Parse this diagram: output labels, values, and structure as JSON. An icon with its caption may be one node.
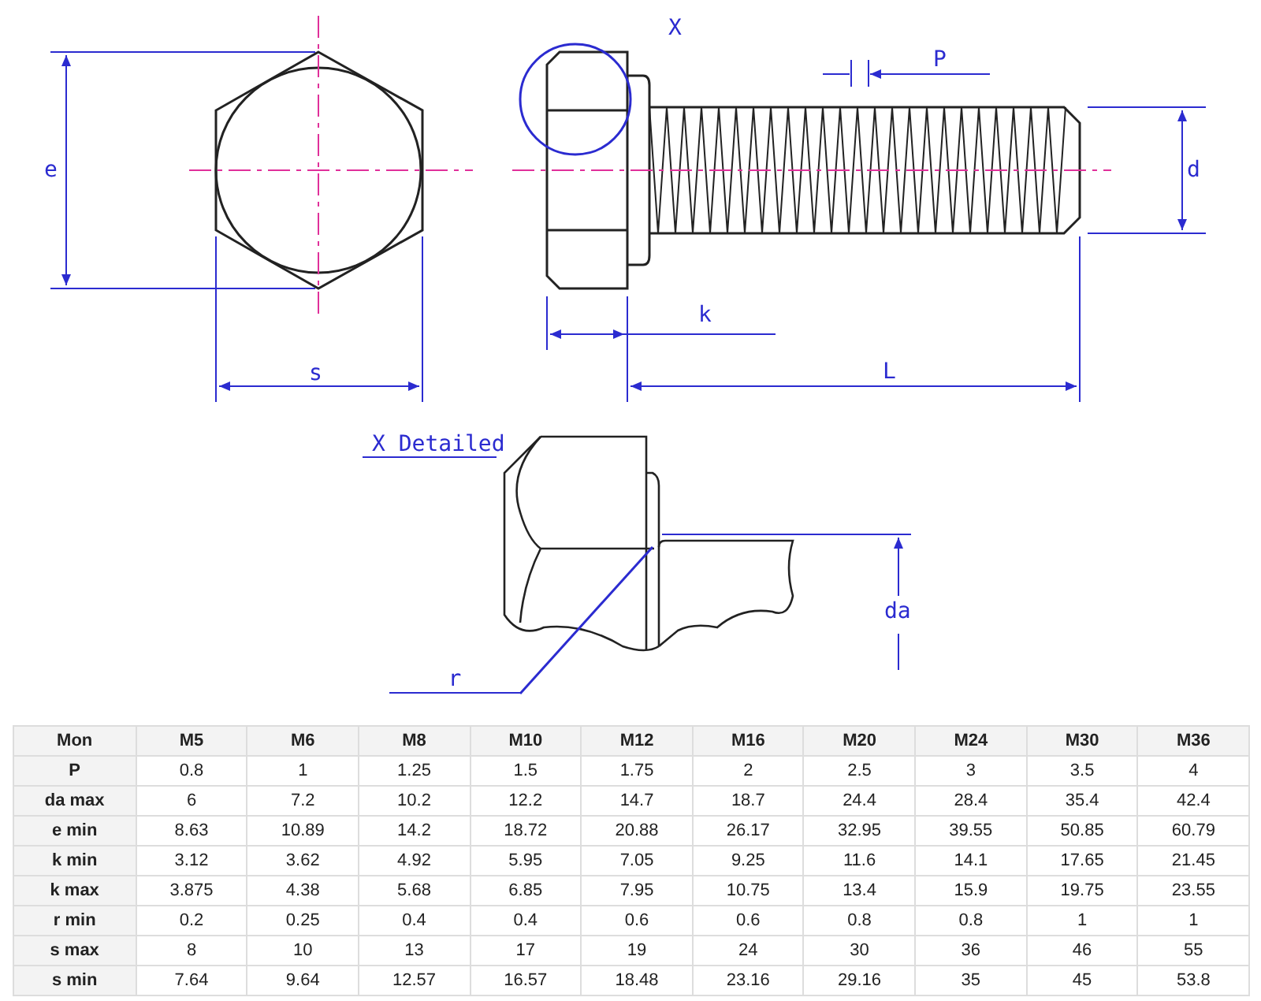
{
  "diagram": {
    "nodes": [
      {
        "text": [
          "r"
        ]
      },
      {
        "text": [],
        "shape": "arc"
      }
    ],
    "edges": [
      {
        "from": 0,
        "to": 1,
        "arrow": "none"
      }
    ],
    "labels": [
      "e",
      "X",
      "P",
      "d",
      "s",
      "k",
      "L",
      "X Detailed",
      "da",
      "Mon",
      "M5",
      "M6",
      "M8",
      "M10",
      "M12",
      "M16",
      "M20",
      "M24",
      "M30",
      "M36",
      "P",
      "0.8",
      "1",
      "1.25",
      "1.5",
      "1.75",
      "2",
      "2.5",
      "3",
      "3.5",
      "4",
      "da max",
      "6",
      "7.2",
      "10.2",
      "12.2",
      "14.7",
      "18.7",
      "24.4",
      "28.4",
      "35.4",
      "42.4",
      "e min",
      "8.63",
      "10.89",
      "14.2",
      "18.72",
      "20.88",
      "26.17",
      "32.95",
      "39.55",
      "50.85",
      "60.79",
      "k min",
      "3.12",
      "3.62",
      "4.92",
      "5.95",
      "7.05",
      "9.25",
      "11.6",
      "14.1",
      "17.65",
      "21.45",
      "k max",
      "3.875",
      "4.38",
      "5.68",
      "6.85",
      "7.95",
      "10.75",
      "13.4",
      "15.9",
      "19.75",
      "23.55",
      "r min",
      "0.2",
      "0.25",
      "0.4",
      "0.4",
      "0.6",
      "0.6",
      "0.8",
      "0.8",
      "1",
      "1",
      "s max",
      "8",
      "10",
      "13",
      "17",
      "19",
      "24",
      "30",
      "36",
      "46",
      "55",
      "s min",
      "7.64",
      "9.64",
      "12.57",
      "16.57",
      "18.48",
      "23.16",
      "29.16",
      "35",
      "45",
      "53.8"
    ]
  }
}
